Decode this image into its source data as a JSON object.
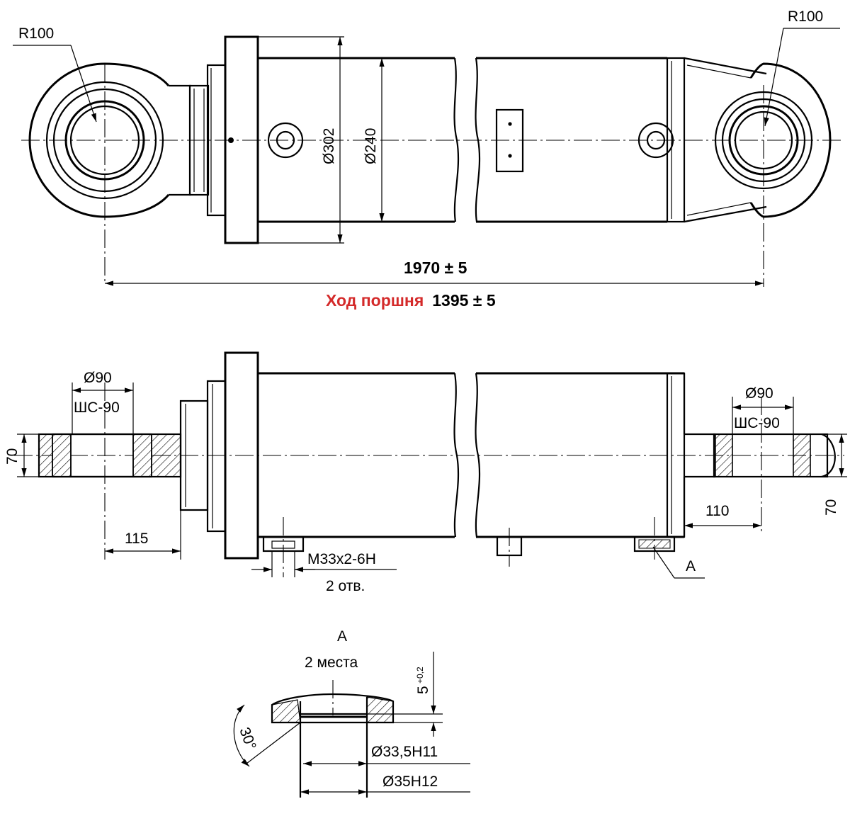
{
  "colors": {
    "line": "#000000",
    "background": "#ffffff",
    "accent_red": "#d42a2a"
  },
  "top_view": {
    "radius_left": "R100",
    "radius_right": "R100",
    "dia_flange": "Ø302",
    "dia_barrel": "Ø240",
    "overall_length": "1970 ± 5",
    "stroke_label": "Ход поршня",
    "stroke_value": "1395 ± 5"
  },
  "side_view": {
    "bearing_dia_left": "Ø90",
    "bearing_type_left": "ШС-90",
    "bearing_dia_right": "Ø90",
    "bearing_type_right": "ШС-90",
    "width_left": "70",
    "width_right": "70",
    "offset_left": "115",
    "offset_right": "110",
    "port_thread": "M33x2-6H",
    "port_count": "2 отв.",
    "detail_ref": "A"
  },
  "detail": {
    "title": "A",
    "subtitle": "2 места",
    "depth_base": "5",
    "depth_tol": "+0,2",
    "chamfer_angle": "30°",
    "dia_inner": "Ø33,5H11",
    "dia_outer": "Ø35H12"
  }
}
